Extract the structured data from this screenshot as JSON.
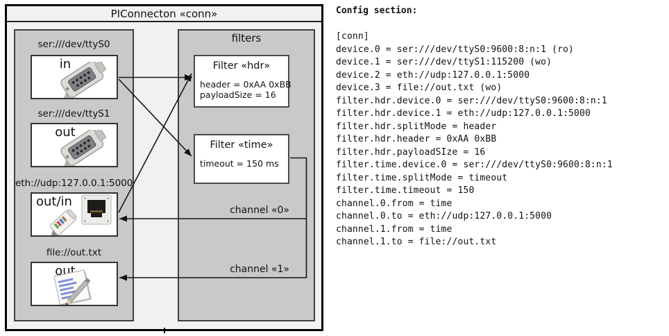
{
  "diagram": {
    "title": "PIConnecton «conn»",
    "devices": [
      {
        "label": "ser:///dev/ttyS0",
        "port": "in",
        "icon": "serial-connector-icon"
      },
      {
        "label": "ser:///dev/ttyS1",
        "port": "out",
        "icon": "serial-connector-icon"
      },
      {
        "label": "eth://udp:127.0.0.1:5000",
        "port": "out/in",
        "icon": "ethernet-jack-icon"
      },
      {
        "label": "file://out.txt",
        "port": "out",
        "icon": "notepad-pencil-icon"
      }
    ],
    "filters_title": "filters",
    "filters": [
      {
        "title": "Filter «hdr»",
        "properties": [
          "header = 0xAA 0xBB",
          "payloadSize = 16"
        ]
      },
      {
        "title": "Filter «time»",
        "properties": [
          "timeout = 150 ms"
        ]
      }
    ],
    "channels": [
      {
        "label": "channel «0»"
      },
      {
        "label": "channel «1»"
      }
    ]
  },
  "config": {
    "heading": "Config section:",
    "lines": [
      "[conn]",
      "device.0 = ser:///dev/ttyS0:9600:8:n:1 (ro)",
      "device.1 = ser:///dev/ttyS1:115200 (wo)",
      "device.2 = eth://udp:127.0.0.1:5000",
      "device.3 = file://out.txt (wo)",
      "filter.hdr.device.0 = ser:///dev/ttyS0:9600:8:n:1",
      "filter.hdr.device.1 = eth://udp:127.0.0.1:5000",
      "filter.hdr.splitMode = header",
      "filter.hdr.header = 0xAA 0xBB",
      "filter.hdr.payloadSIze = 16",
      "filter.time.device.0 = ser:///dev/ttyS0:9600:8:n:1",
      "filter.time.splitMode = timeout",
      "filter.time.timeout = 150",
      "channel.0.from = time",
      "channel.0.to = eth://udp:127.0.0.1:5000",
      "channel.1.from = time",
      "channel.1.to = file://out.txt"
    ]
  },
  "colors": {
    "outer_fill": "#f1f1f1",
    "panel_fill": "#c9c9c9",
    "box_fill": "#ffffff",
    "line_color": "#161616",
    "text_color": "#111111"
  }
}
